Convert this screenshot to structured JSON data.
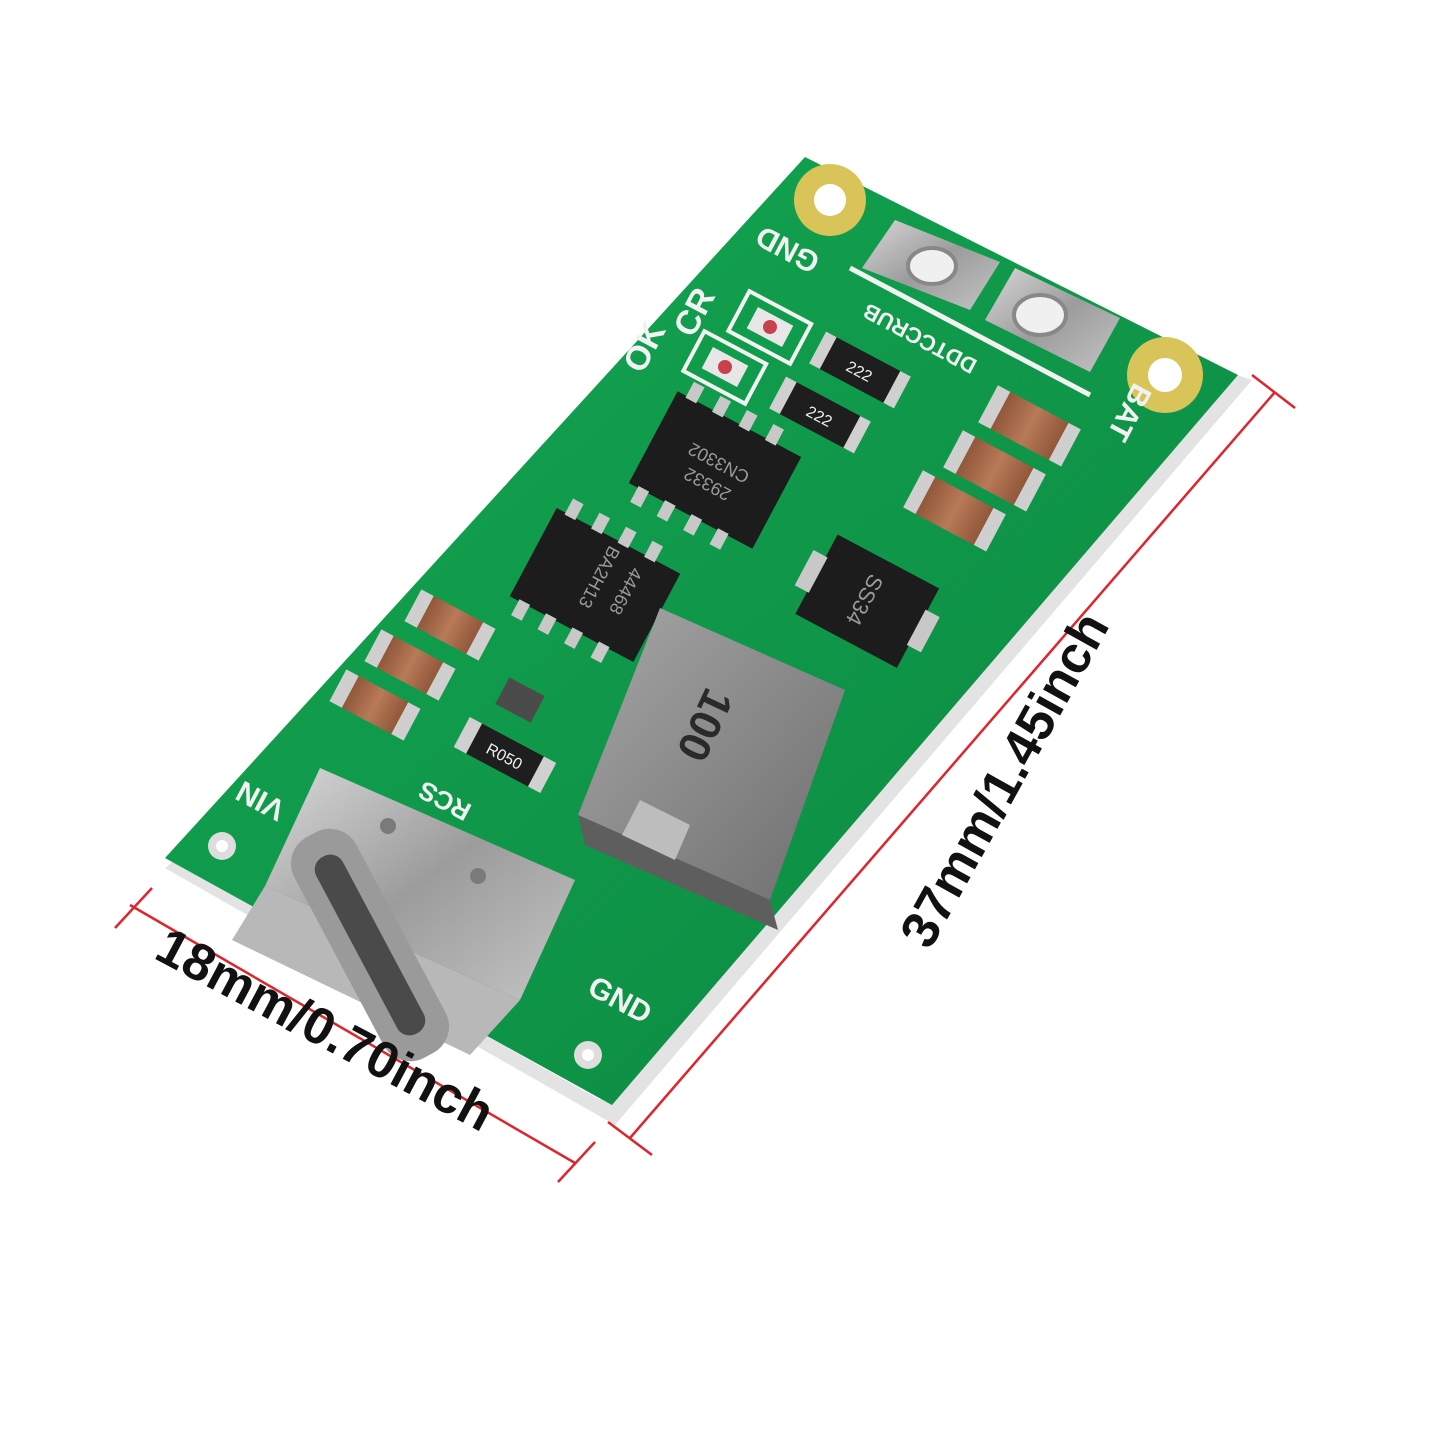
{
  "dimensions": {
    "width_label": "18mm/0.70inch",
    "length_label": "37mm/1.45inch",
    "line_color": "#e0242c"
  },
  "silkscreen": {
    "gnd_top": "GND",
    "cr": "CR",
    "ok": "OK",
    "brand": "DDTCCRUB",
    "bat": "BAT",
    "vin": "VIN",
    "rcs": "RCS",
    "gnd_bottom": "GND"
  },
  "components": {
    "ic_upper_line1": "CN3302",
    "ic_upper_line2": "29332",
    "ic_lower_line1": "BA2H13",
    "ic_lower_line2": "44468",
    "diode": "SS34",
    "inductor": "100",
    "resistor_sense": "R050",
    "resistor_a": "222",
    "resistor_b": "222"
  },
  "colors": {
    "pcb": "#0f9a4a",
    "silkscreen": "#f2f2f2",
    "pad": "#c9c9c9",
    "capacitor": "#a96a48",
    "ic": "#1c1c1c",
    "inductor": "#8e8e8e"
  }
}
